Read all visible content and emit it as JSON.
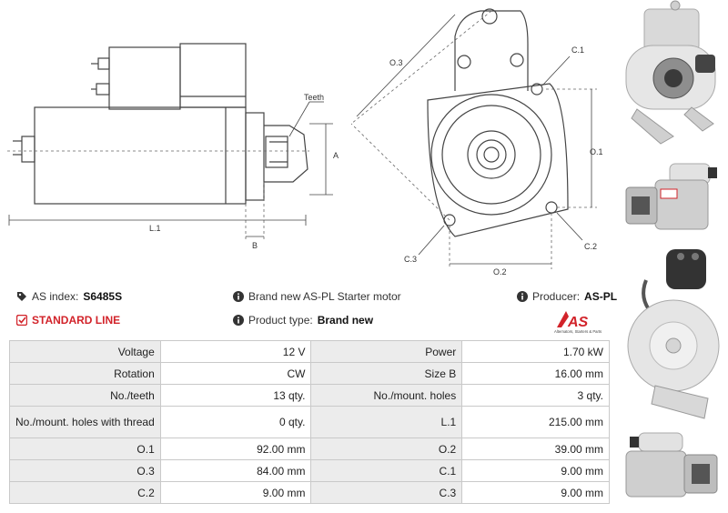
{
  "drawing_labels": {
    "teeth": "Teeth",
    "a": "A",
    "b": "B",
    "l1": "L.1",
    "o3": "O.3",
    "c1": "C.1",
    "o1": "O.1",
    "c3": "C.3",
    "c2": "C.2",
    "o2": "O.2"
  },
  "info": {
    "as_index_label": "AS index:",
    "as_index_value": "S6485S",
    "standard_line": "STANDARD LINE",
    "description": "Brand new AS-PL Starter motor",
    "product_type_label": "Product type:",
    "product_type_value": "Brand new",
    "producer_label": "Producer:",
    "producer_value": "AS-PL"
  },
  "logo": {
    "text": "AS",
    "tagline": "Alternators, Starters & Parts",
    "color": "#d2232a"
  },
  "specs": [
    {
      "l1": "Voltage",
      "v1": "12 V",
      "l2": "Power",
      "v2": "1.70 kW"
    },
    {
      "l1": "Rotation",
      "v1": "CW",
      "l2": "Size B",
      "v2": "16.00 mm"
    },
    {
      "l1": "No./teeth",
      "v1": "13 qty.",
      "l2": "No./mount. holes",
      "v2": "3 qty."
    },
    {
      "l1": "No./mount. holes with thread",
      "v1": "0 qty.",
      "l2": "L.1",
      "v2": "215.00 mm"
    },
    {
      "l1": "O.1",
      "v1": "92.00 mm",
      "l2": "O.2",
      "v2": "39.00 mm"
    },
    {
      "l1": "O.3",
      "v1": "84.00 mm",
      "l2": "C.1",
      "v2": "9.00 mm"
    },
    {
      "l1": "C.2",
      "v1": "9.00 mm",
      "l2": "C.3",
      "v2": "9.00 mm"
    }
  ]
}
